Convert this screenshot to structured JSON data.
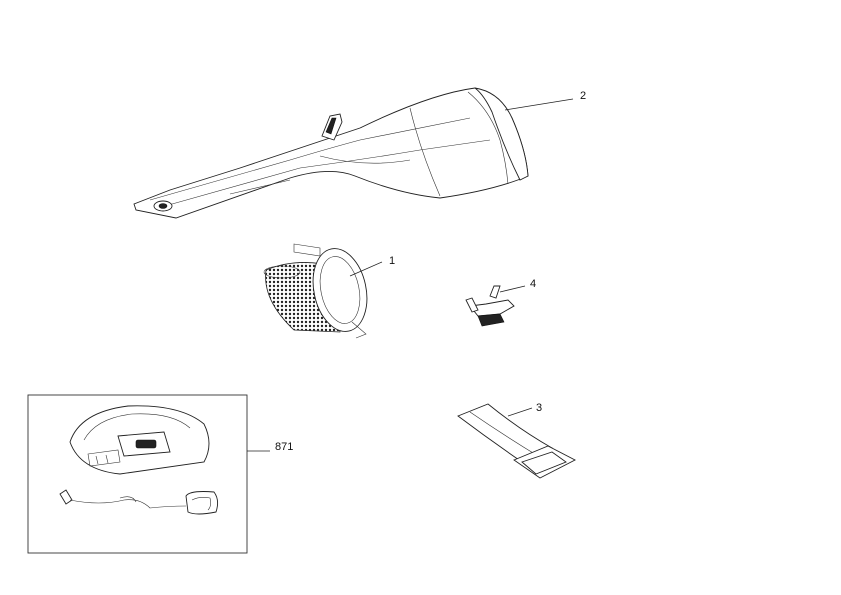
{
  "parts": [
    {
      "id": "filter",
      "number": "1"
    },
    {
      "id": "vacuum-body",
      "number": "2"
    },
    {
      "id": "crevice-tool",
      "number": "3"
    },
    {
      "id": "brush-tool",
      "number": "4"
    },
    {
      "id": "charging-base-kit",
      "number": "871"
    }
  ],
  "colors": {
    "line": "#222222",
    "background": "#ffffff"
  }
}
